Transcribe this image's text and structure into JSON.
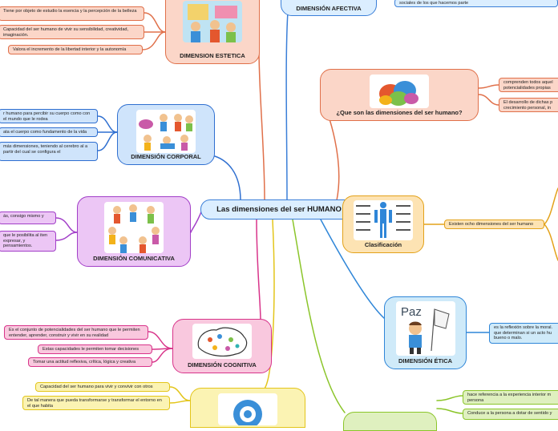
{
  "center": {
    "title": "Las dimensiones del ser HUMANO"
  },
  "nodes": {
    "afectiva": {
      "label": "DIMENSIÓN AFECTIVA"
    },
    "estetica": {
      "label": "DIMENSION ESTETICA"
    },
    "corporal": {
      "label": "DIMENSIÓN CORPORAL"
    },
    "comunicativa": {
      "label": "DIMENSIÓN COMUNICATIVA"
    },
    "cognitiva": {
      "label": "DIMENSIÓN COGNITIVA"
    },
    "que_son": {
      "label": "¿Que son las dimensiones del ser humano?"
    },
    "clasificacion": {
      "label": "Clasificación"
    },
    "etica": {
      "label": "DIMENSIÓN ÉTICA",
      "image_text": "Paz"
    }
  },
  "leaves": {
    "afectiva_1": "sociales de los que hacemos parte",
    "estetica_1": "Tiene por objeto de estudio la esencia y la percepción de la belleza",
    "estetica_2": "Capacidad del ser humano de vivir su sensibilidad, creatividad, imaginación.",
    "estetica_3": "Valora el incremento de la libertad interior y la autonomía",
    "corporal_1": "r humano para percibir su cuerpo como con el mundo que le rodea",
    "corporal_2": "ata el cuerpo como fundamento de la vida",
    "corporal_3": "más dimensiones, teniendo al cerebro al a partir del cual se configura el",
    "comunicativa_1": "ás, consigo mismo y",
    "comunicativa_2": "que le posibilita al iten expresar, y pensamientos.",
    "cognitiva_1": "Es el conjunto de potencialidades del ser humano que le permiten entender, aprender, construir y vivir en su realidad",
    "cognitiva_2": "Estas capacidades le permiten tomar decisiones",
    "cognitiva_3": "Tomar una actitud reflexiva, crítica, lógica y creativa",
    "bottom_1": "Capacidad del ser humano para vivir y convivir con otros",
    "bottom_2": "De tal manera que pueda transformarse y transformar el entorno en el que habita",
    "que_son_1": "comprenden todos aquel potencialidades propias",
    "que_son_2": "El desarrollo de dichas p crecimiento personal, in",
    "clasificacion_1": "Existen ocho dimensiones del ser humano",
    "etica_1": "es la reflexión sobre la moral. que determinan si un acto hu bueno o malo.",
    "green_1": "hace referencia a la experiencia interior m persona",
    "green_2": "Conduce a la persona a dotar de sentido y"
  },
  "colors": {
    "center": "#3b7fd8",
    "afectiva": "#3b7fd8",
    "estetica": "#e0704a",
    "corporal": "#2f6fd0",
    "comunicativa": "#a23fc8",
    "cognitiva": "#d8348a",
    "que_son": "#e0704a",
    "clasificacion": "#e3a21a",
    "etica": "#2f86d8",
    "bottom": "#e3c51a",
    "green": "#8bc52a"
  }
}
